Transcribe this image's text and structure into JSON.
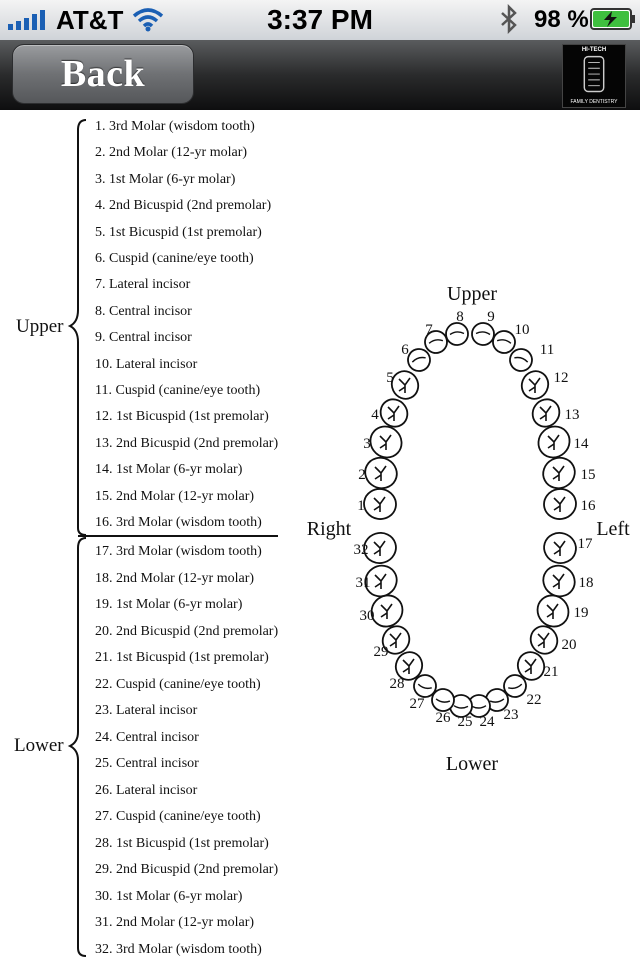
{
  "status_bar": {
    "carrier": "AT&T",
    "time": "3:37 PM",
    "battery": "98 %"
  },
  "nav": {
    "back_label": "Back",
    "logo_top": "HI-TECH",
    "logo_bottom": "FAMILY DENTISTRY"
  },
  "legend": {
    "upper_label": "Upper",
    "lower_label": "Lower",
    "upper_items": [
      "1.  3rd Molar (wisdom tooth)",
      "2.  2nd Molar (12-yr molar)",
      "3.  1st Molar (6-yr molar)",
      "4.  2nd Bicuspid (2nd premolar)",
      "5.  1st Bicuspid (1st premolar)",
      "6.  Cuspid (canine/eye tooth)",
      "7.  Lateral incisor",
      "8.  Central incisor",
      "9.  Central incisor",
      "10. Lateral incisor",
      "11. Cuspid (canine/eye tooth)",
      "12. 1st Bicuspid (1st premolar)",
      "13. 2nd Bicuspid (2nd premolar)",
      "14. 1st Molar (6-yr molar)",
      "15. 2nd Molar (12-yr molar)",
      "16. 3rd Molar (wisdom tooth)"
    ],
    "lower_items": [
      "17. 3rd Molar (wisdom tooth)",
      "18. 2nd Molar (12-yr molar)",
      "19. 1st Molar (6-yr molar)",
      "20. 2nd Bicuspid (2nd premolar)",
      "21. 1st Bicuspid (1st premolar)",
      "22. Cuspid (canine/eye tooth)",
      "23. Lateral incisor",
      "24. Central incisor",
      "25. Central incisor",
      "26. Lateral incisor",
      "27. Cuspid (canine/eye tooth)",
      "28. 1st Bicuspid (1st premolar)",
      "29. 2nd Bicuspid (2nd premolar)",
      "30. 1st Molar (6-yr molar)",
      "31. 2nd Molar (12-yr molar)",
      "32. 3rd Molar (wisdom tooth)"
    ]
  },
  "diagram": {
    "upper": "Upper",
    "lower": "Lower",
    "right": "Right",
    "left": "Left",
    "teeth": [
      "1",
      "2",
      "3",
      "4",
      "5",
      "6",
      "7",
      "8",
      "9",
      "10",
      "11",
      "12",
      "13",
      "14",
      "15",
      "16",
      "17",
      "18",
      "19",
      "20",
      "21",
      "22",
      "23",
      "24",
      "25",
      "26",
      "27",
      "28",
      "29",
      "30",
      "31",
      "32"
    ]
  }
}
